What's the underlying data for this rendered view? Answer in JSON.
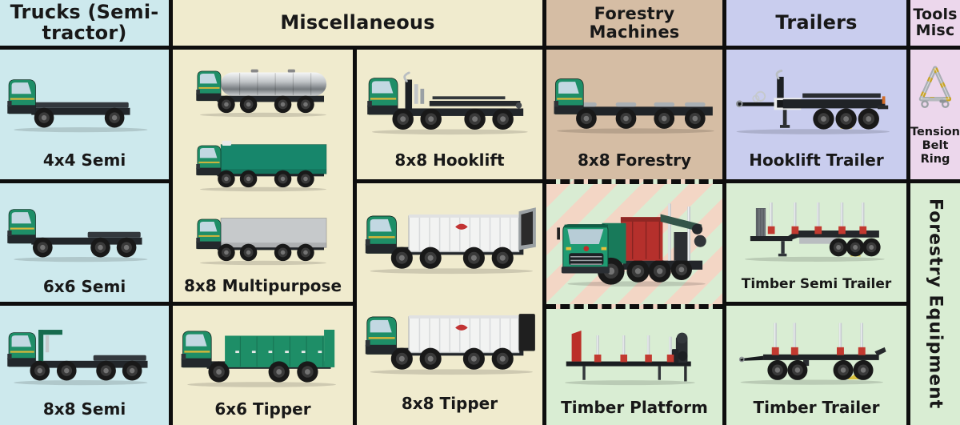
{
  "title": "Vehicle pack overview chart",
  "colors": {
    "blue": "#cde9ed",
    "cream": "#f0ebce",
    "tan": "#d5bda4",
    "lavender": "#c9cdee",
    "pink": "#ecd7ec",
    "green": "#d9edd3",
    "stripe_green": "#d9ecd3",
    "stripe_salmon": "#f3d6c5",
    "line": "#0e0e0e",
    "truck_green": "#1e8e67",
    "stake_red": "#c23a30",
    "body_white": "#f2f3f2"
  },
  "header": {
    "trucks": "Trucks (Semi-tractor)",
    "miscellaneous": "Miscellaneous",
    "forestry_machines": "Forestry Machines",
    "trailers": "Trailers",
    "tools_misc": "Tools Misc"
  },
  "cells": {
    "semi_4x4": {
      "label": "4x4 Semi",
      "vehicle": {
        "shape": "tractor",
        "axles": 2
      }
    },
    "semi_6x6": {
      "label": "6x6 Semi",
      "vehicle": {
        "shape": "tractor",
        "axles": 3
      }
    },
    "semi_8x8": {
      "label": "8x8 Semi",
      "vehicle": {
        "shape": "tractor",
        "axles": 4,
        "crane": true
      }
    },
    "multipurpose_8x8": {
      "label": "8x8 Multipurpose",
      "vehicles": [
        {
          "shape": "rigid",
          "axles": 4,
          "body": "tank"
        },
        {
          "shape": "rigid",
          "axles": 4,
          "body": "box",
          "bodyColor": "#17866b",
          "fridge": true
        },
        {
          "shape": "rigid",
          "axles": 4,
          "body": "box",
          "bodyColor": "#c6c9cb"
        }
      ]
    },
    "tipper_6x6": {
      "label": "6x6 Tipper",
      "vehicle": {
        "shape": "tipper-green",
        "axles": 3
      }
    },
    "hooklift_8x8": {
      "label": "8x8 Hooklift",
      "vehicle": {
        "shape": "hooklift-truck",
        "axles": 4
      }
    },
    "tipper_8x8": {
      "label": "8x8 Tipper",
      "vehicles": [
        {
          "shape": "tipper-white",
          "axles": 4,
          "rear": "gate"
        },
        {
          "shape": "tipper-white",
          "axles": 4,
          "rear": "box"
        }
      ]
    },
    "forestry_8x8": {
      "label": "8x8 Forestry",
      "vehicle": {
        "shape": "chassis-8x8",
        "axles": 4
      }
    },
    "timber_truck_highlight": {
      "vehicle": {
        "shape": "timber-truck"
      }
    },
    "timber_platform": {
      "label": "Timber Platform",
      "vehicle": {
        "shape": "timber-platform"
      }
    },
    "hooklift_trailer": {
      "label": "Hooklift Trailer",
      "vehicle": {
        "shape": "hooklift-trailer"
      }
    },
    "timber_semi_trailer": {
      "label": "Timber Semi Trailer",
      "vehicle": {
        "shape": "timber-semi-trailer"
      }
    },
    "timber_trailer": {
      "label": "Timber Trailer",
      "vehicle": {
        "shape": "timber-trailer"
      }
    },
    "tension_belt_ring": {
      "label": "Tension Belt Ring",
      "vehicle": {
        "shape": "tension-ring"
      }
    },
    "forestry_equipment": {
      "label": "Forestry Equipment"
    }
  }
}
